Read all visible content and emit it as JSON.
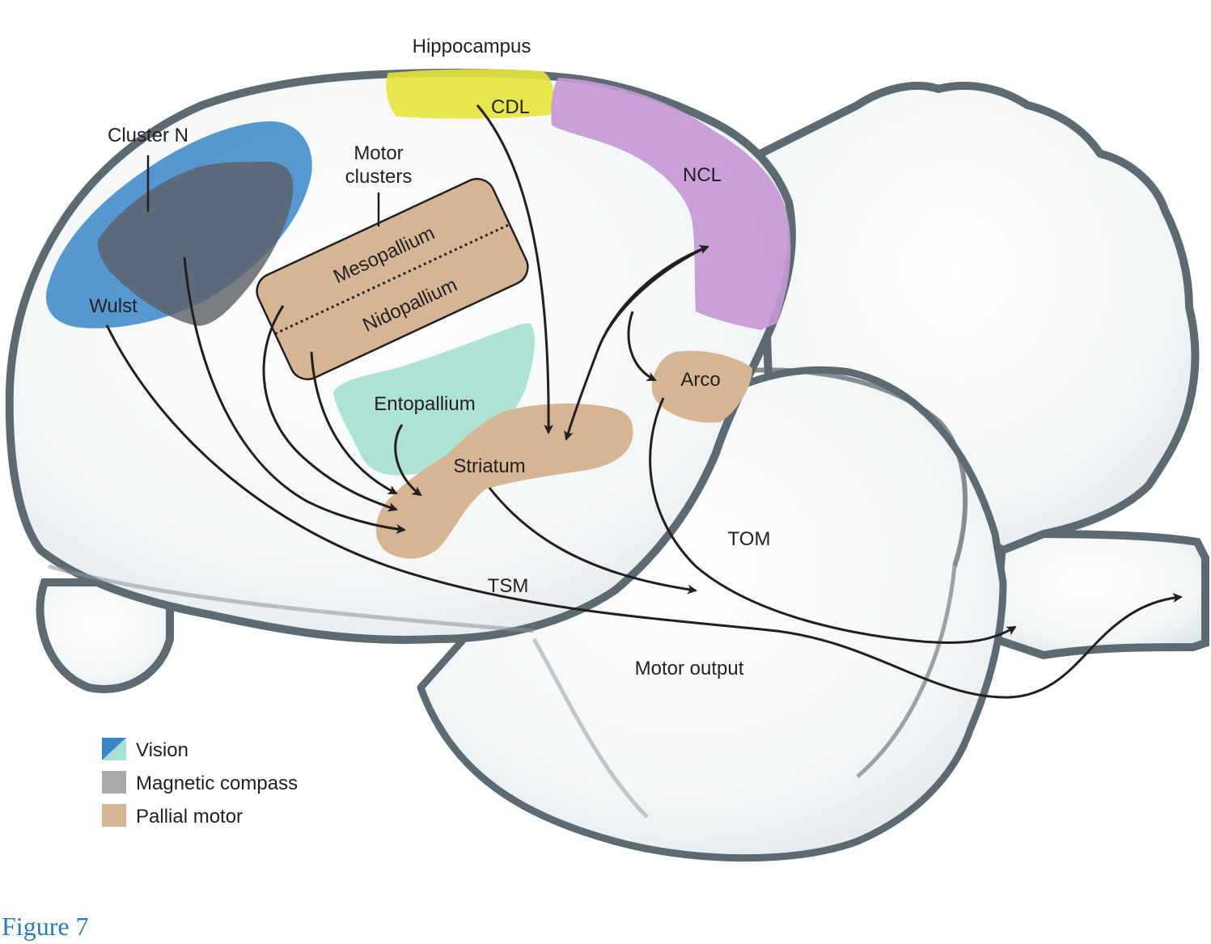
{
  "labels": {
    "hippocampus": "Hippocampus",
    "cdl": "CDL",
    "cluster_n": "Cluster N",
    "motor_clusters_line1": "Motor",
    "motor_clusters_line2": "clusters",
    "ncl": "NCL",
    "mesopallium": "Mesopallium",
    "nidopallium": "Nidopallium",
    "wulst": "Wulst",
    "entopallium": "Entopallium",
    "arco": "Arco",
    "striatum": "Striatum",
    "tom": "TOM",
    "tsm": "TSM",
    "motor_output": "Motor output"
  },
  "legend": [
    {
      "label": "Vision",
      "colors": [
        "#3b86c8",
        "#a9e0d3"
      ]
    },
    {
      "label": "Magnetic compass",
      "colors": [
        "#a7a9ac"
      ]
    },
    {
      "label": "Pallial motor",
      "colors": [
        "#d6b594"
      ]
    }
  ],
  "caption": "Figure 7",
  "colors": {
    "vision": "#3b86c8",
    "entopallium": "#a9e0d3",
    "magnetic_compass": "#6b6e74",
    "pallial_motor": "#d6b594",
    "hippocampus": "#e2e04a",
    "ncl": "#c698d6",
    "brain_outline": "#5e6a72",
    "arrow": "#231f20"
  }
}
